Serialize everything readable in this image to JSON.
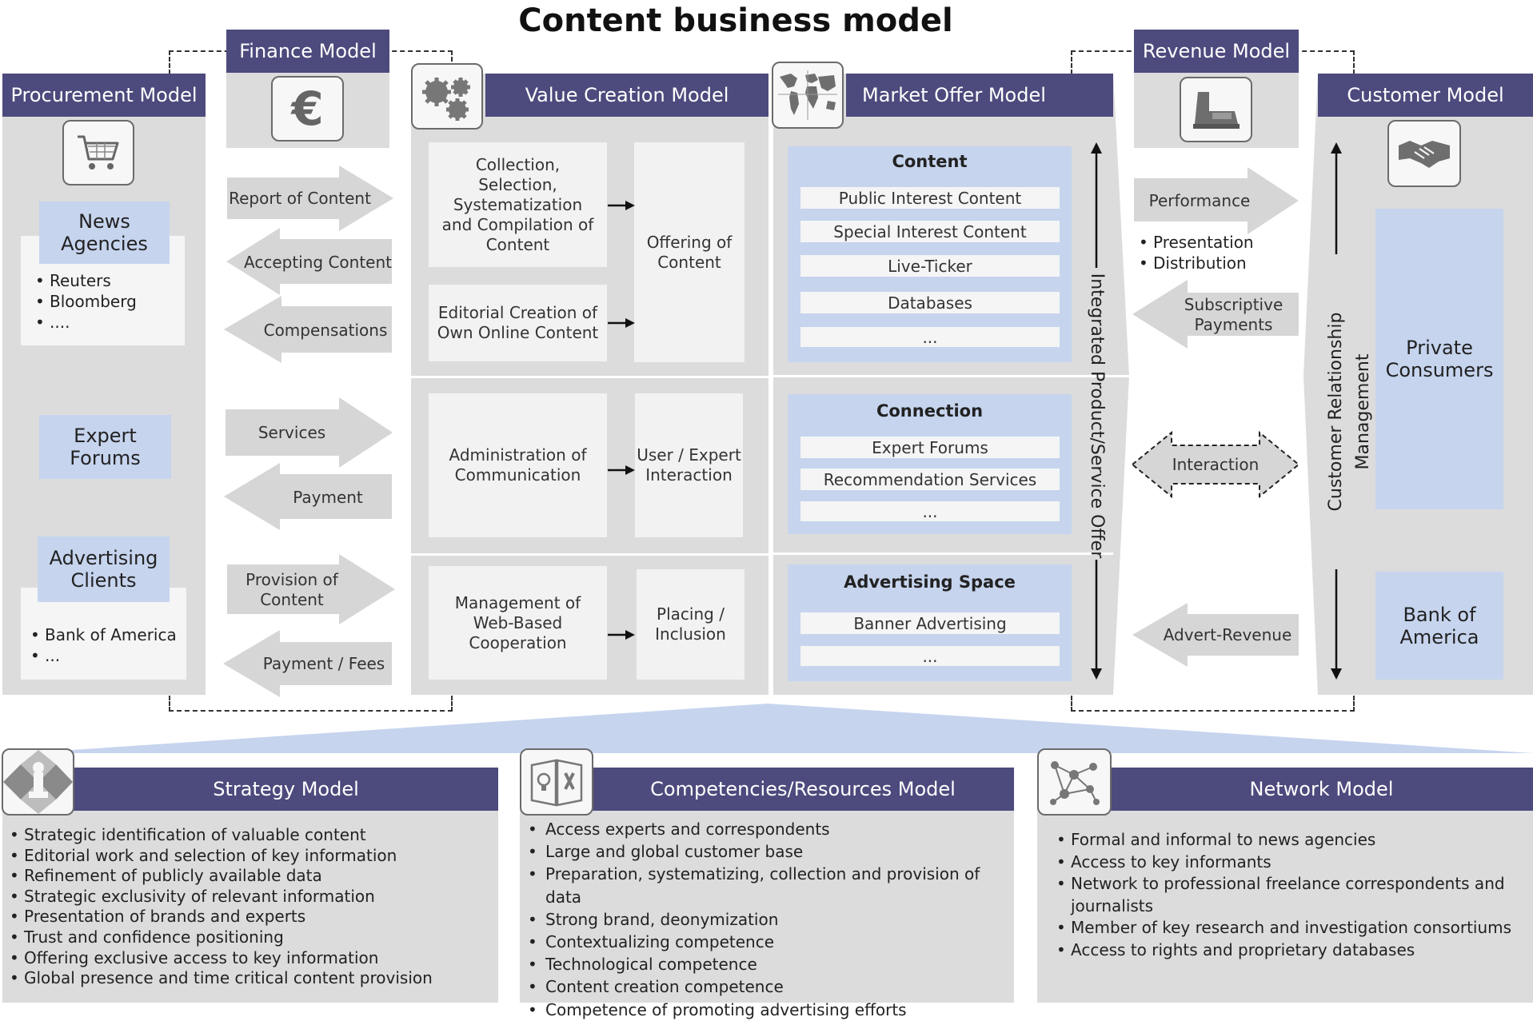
{
  "title": "Content business model",
  "colors": {
    "header": "#4d4a7d",
    "panel": "#dcdcdc",
    "blue_box": "#c6d4ee",
    "arrow": "#d6d6d6"
  },
  "procurement": {
    "header": "Procurement Model",
    "icon": "shopping-cart-icon",
    "news_agencies": {
      "label": "News Agencies",
      "items": [
        "Reuters",
        "Bloomberg",
        "...."
      ]
    },
    "expert_forums": "Expert Forums",
    "advertising_clients": {
      "label": "Advertising Clients",
      "items": [
        "Bank of America",
        "..."
      ]
    }
  },
  "finance": {
    "header": "Finance Model",
    "icon": "euro-icon",
    "flows": {
      "report_of_content": "Report of Content",
      "accepting_content": "Accepting Content",
      "compensations": "Compensations",
      "services": "Services",
      "payment": "Payment",
      "provision_of_content": "Provision of Content",
      "payment_fees": "Payment / Fees"
    }
  },
  "value_creation": {
    "header": "Value Creation Model",
    "icon": "gears-icon",
    "collection": "Collection, Selection, Systematization and Compilation of Content",
    "editorial": "Editorial Creation of Own Online Content",
    "offering": "Offering of Content",
    "administration": "Administration of Communication",
    "user_interaction": "User / Expert Interaction",
    "management": "Management of Web-Based Cooperation",
    "placing": "Placing / Inclusion"
  },
  "market_offer": {
    "header": "Market Offer Model",
    "icon": "world-map-icon",
    "vertical_label": "Integrated Product/Service Offer",
    "content": {
      "title": "Content",
      "items": [
        "Public Interest Content",
        "Special Interest Content",
        "Live-Ticker",
        "Databases",
        "..."
      ]
    },
    "connection": {
      "title": "Connection",
      "items": [
        "Expert Forums",
        "Recommendation Services",
        "..."
      ]
    },
    "advertising": {
      "title": "Advertising Space",
      "items": [
        "Banner Advertising",
        "..."
      ]
    }
  },
  "revenue": {
    "header": "Revenue Model",
    "icon": "cash-register-icon",
    "performance": "Performance",
    "performance_items": [
      "Presentation",
      "Distribution"
    ],
    "subscriptive": "Subscriptive Payments",
    "interaction": "Interaction",
    "advert_revenue": "Advert-Revenue"
  },
  "customer": {
    "header": "Customer Model",
    "icon": "handshake-icon",
    "vertical_label": "Customer Relationship Management",
    "private_consumers": "Private Consumers",
    "bank_of_america": "Bank of America"
  },
  "strategy": {
    "header": "Strategy Model",
    "icon": "chess-icon",
    "items": [
      "Strategic identification of valuable content",
      "Editorial work and selection of key information",
      "Refinement of publicly available data",
      "Strategic exclusivity of relevant information",
      "Presentation of brands and experts",
      "Trust and confidence positioning",
      "Offering exclusive access to key information",
      "Global presence and time critical content provision"
    ]
  },
  "competencies": {
    "header": "Competencies/Resources Model",
    "icon": "toolbox-icon",
    "items": [
      "Access experts and correspondents",
      "Large and global customer base",
      "Preparation, systematizing, collection and provision of data",
      "Strong brand, deonymization",
      "Contextualizing competence",
      "Technological competence",
      "Content creation competence",
      "Competence of promoting advertising efforts"
    ]
  },
  "network": {
    "header": "Network Model",
    "icon": "network-icon",
    "items": [
      "Formal and informal to news agencies",
      "Access to key informants",
      "Network to professional freelance correspondents and journalists",
      "Member of key research and investigation consortiums",
      "Access to rights and proprietary databases"
    ]
  }
}
